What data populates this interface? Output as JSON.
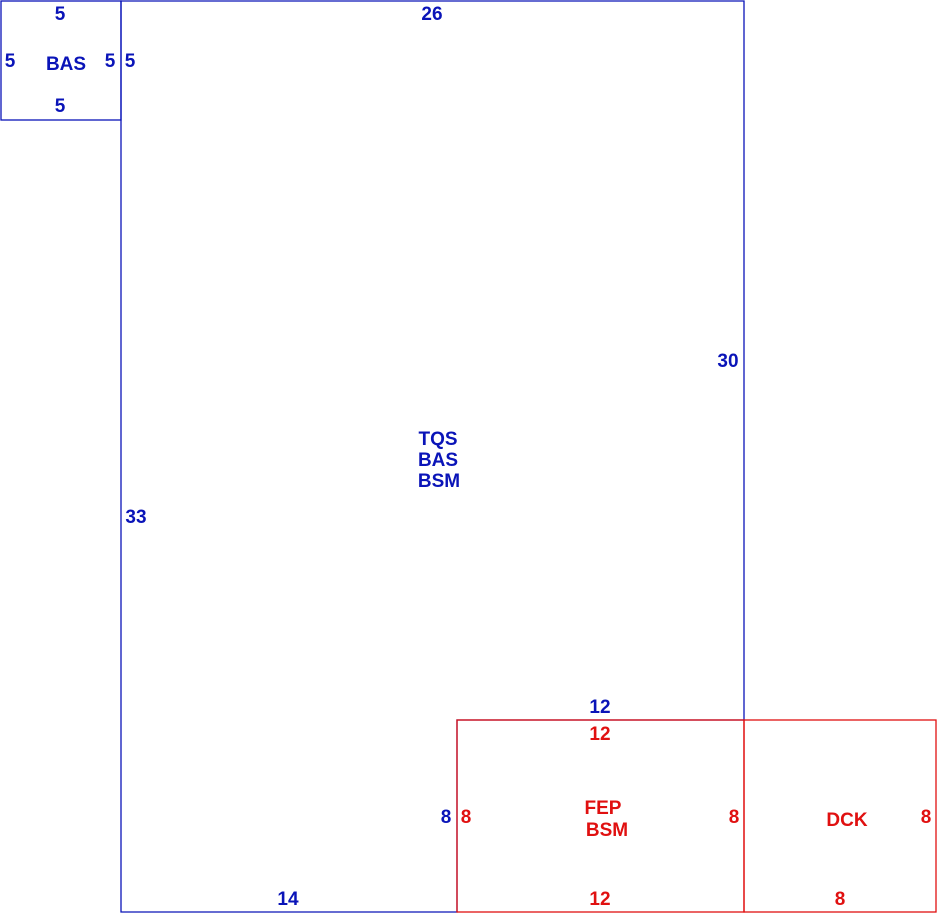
{
  "colors": {
    "blue": "#0a14b8",
    "red": "#e01010"
  },
  "rooms": {
    "bas_small": {
      "label": "BAS",
      "top_dim": "5",
      "left_dim": "5",
      "right_dim": "5",
      "bottom_dim": "5"
    },
    "main": {
      "labels": [
        "TQS",
        "BAS",
        "BSM"
      ],
      "top_dim": "26",
      "left_dim": "33",
      "right_dim": "30",
      "bottom_dim": "14",
      "outer_left_dim": "5",
      "notch_top_dim": "12",
      "notch_left_dim": "8"
    },
    "fep": {
      "labels": [
        "FEP",
        "BSM"
      ],
      "top_dim": "12",
      "left_dim": "8",
      "right_dim": "8",
      "bottom_dim": "12"
    },
    "dck": {
      "label": "DCK",
      "right_dim": "8",
      "bottom_dim": "8"
    }
  }
}
